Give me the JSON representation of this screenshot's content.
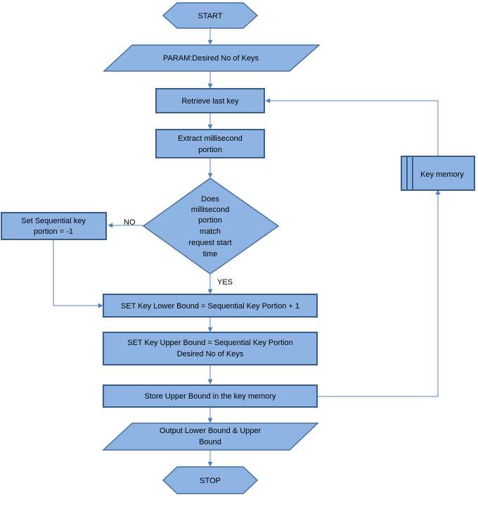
{
  "nodes": {
    "start": "START",
    "param": "PARAM:Desired No of Keys",
    "retrieve": "Retrieve last key",
    "extract_line1": "Extract millisecond",
    "extract_line2": "portion",
    "decision_line1": "Does",
    "decision_line2": "millisecond",
    "decision_line3": "portion",
    "decision_line4": "match",
    "decision_line5": "request start",
    "decision_line6": "time",
    "set_seq_line1": "Set Sequential key",
    "set_seq_line2": "portion = -1",
    "set_lower": "SET Key Lower Bound = Sequential Key Portion  + 1",
    "set_upper_line1": "SET Key Upper Bound = Sequential Key Portion",
    "set_upper_line2": "Desired No of Keys",
    "store": "Store Upper Bound in the key memory",
    "output_line1": "Output Lower Bound & Upper",
    "output_line2": "Bound",
    "stop": "STOP",
    "key_memory": "Key memory"
  },
  "edges": {
    "no_label": "NO",
    "yes_label": "YES"
  },
  "colors": {
    "fill": "#8eb4e3",
    "stroke": "#4a6f9e",
    "connector": "#4f81bd"
  }
}
